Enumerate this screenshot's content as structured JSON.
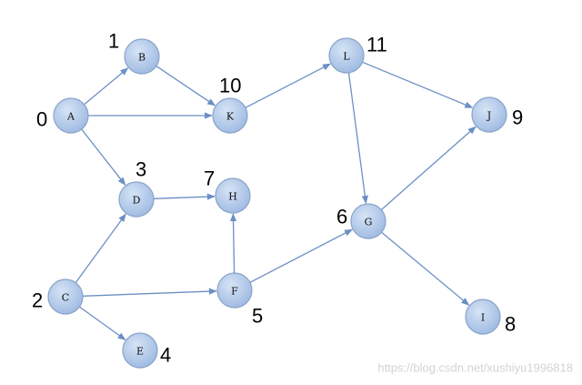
{
  "graph": {
    "nodes": [
      {
        "id": "A",
        "label": "A",
        "order": "0"
      },
      {
        "id": "B",
        "label": "B",
        "order": "1"
      },
      {
        "id": "C",
        "label": "C",
        "order": "2"
      },
      {
        "id": "D",
        "label": "D",
        "order": "3"
      },
      {
        "id": "E",
        "label": "E",
        "order": "4"
      },
      {
        "id": "F",
        "label": "F",
        "order": "5"
      },
      {
        "id": "G",
        "label": "G",
        "order": "6"
      },
      {
        "id": "H",
        "label": "H",
        "order": "7"
      },
      {
        "id": "I",
        "label": "I",
        "order": "8"
      },
      {
        "id": "J",
        "label": "J",
        "order": "9"
      },
      {
        "id": "K",
        "label": "K",
        "order": "10"
      },
      {
        "id": "L",
        "label": "L",
        "order": "11"
      }
    ],
    "edges": [
      {
        "from": "A",
        "to": "B"
      },
      {
        "from": "A",
        "to": "K"
      },
      {
        "from": "A",
        "to": "D"
      },
      {
        "from": "B",
        "to": "K"
      },
      {
        "from": "K",
        "to": "L"
      },
      {
        "from": "L",
        "to": "J"
      },
      {
        "from": "L",
        "to": "G"
      },
      {
        "from": "D",
        "to": "H"
      },
      {
        "from": "C",
        "to": "D"
      },
      {
        "from": "C",
        "to": "F"
      },
      {
        "from": "C",
        "to": "E"
      },
      {
        "from": "F",
        "to": "H"
      },
      {
        "from": "F",
        "to": "G"
      },
      {
        "from": "G",
        "to": "J"
      },
      {
        "from": "G",
        "to": "I"
      }
    ],
    "colors": {
      "node_fill_light": "#d6e4f5",
      "node_fill_dark": "#9db9e2",
      "node_stroke": "#8aa3c8",
      "edge": "#6b8fc4"
    }
  },
  "watermark": "https://blog.csdn.net/xushiyu1996818"
}
